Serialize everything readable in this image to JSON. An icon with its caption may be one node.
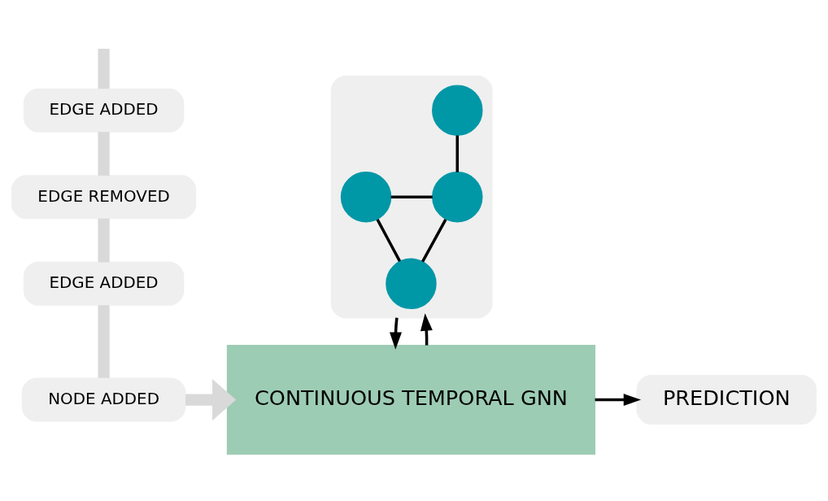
{
  "diagram": {
    "nodes": [
      {
        "text": [
          "EDGE ADDED"
        ]
      },
      {
        "text": [
          "EDGE REMOVED"
        ]
      },
      {
        "text": [
          "EDGE ADDED"
        ]
      },
      {
        "text": [
          "NODE ADDED"
        ]
      },
      {
        "text": [],
        "shape": "box"
      },
      {
        "text": [],
        "shape": "circle",
        "in": 4
      },
      {
        "text": [],
        "shape": "circle",
        "in": 4
      },
      {
        "text": [],
        "shape": "circle",
        "in": 4
      },
      {
        "text": [],
        "shape": "circle",
        "in": 4
      },
      {
        "text": [
          "CONTINUOUS TEMPORAL GNN"
        ]
      },
      {
        "text": [
          "PREDICTION"
        ]
      }
    ],
    "edges": [
      {
        "from": null,
        "to": 0,
        "arrow": "none",
        "style": "thick",
        "color": "#d9d9d9"
      },
      {
        "from": 0,
        "to": 1,
        "arrow": "none",
        "style": "thick",
        "color": "#d9d9d9"
      },
      {
        "from": 1,
        "to": 2,
        "arrow": "none",
        "style": "thick",
        "color": "#d9d9d9"
      },
      {
        "from": 2,
        "to": 3,
        "arrow": "none",
        "style": "thick",
        "color": "#d9d9d9"
      },
      {
        "from": 3,
        "to": 9,
        "arrow": "to",
        "style": "thick",
        "color": "#d9d9d9"
      },
      {
        "from": 5,
        "to": 7,
        "arrow": "none"
      },
      {
        "from": 6,
        "to": 7,
        "arrow": "none"
      },
      {
        "from": 6,
        "to": 8,
        "arrow": "none"
      },
      {
        "from": 7,
        "to": 8,
        "arrow": "none"
      },
      {
        "from": 4,
        "to": 9,
        "arrow": "to"
      },
      {
        "from": 9,
        "to": 4,
        "arrow": "to"
      },
      {
        "from": 9,
        "to": 10,
        "arrow": "to"
      }
    ]
  }
}
